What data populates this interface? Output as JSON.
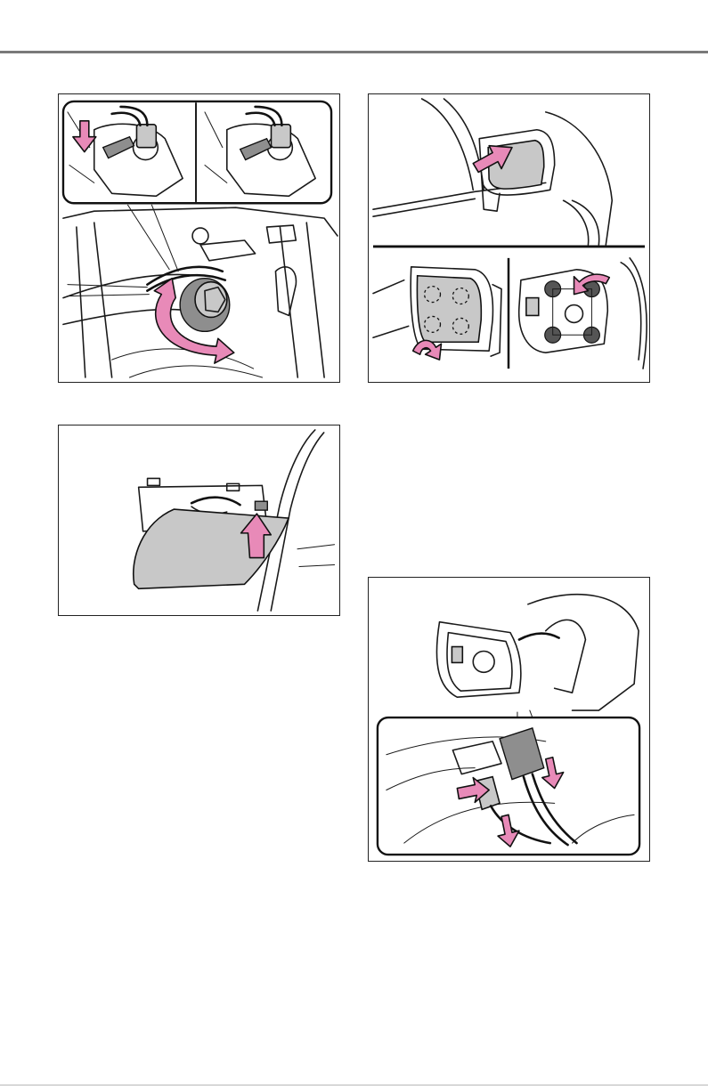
{
  "page": {
    "header_rule_color": "#7a7a7a",
    "accent_arrow_color": "#e88ab8",
    "panel_fill_color": "#c8c8c8"
  },
  "figures": [
    {
      "id": "bulb-socket",
      "insets": 2,
      "arrows": [
        "push-down",
        "rotate-counterclockwise"
      ]
    },
    {
      "id": "mirror-glass",
      "insets": 2,
      "arrows": [
        "push-in",
        "pry-corner",
        "release-clips"
      ]
    },
    {
      "id": "cover-removal",
      "insets": 0,
      "arrows": [
        "lift-up"
      ]
    },
    {
      "id": "mirror-connector",
      "insets": 1,
      "arrows": [
        "press-tab",
        "pull-down",
        "pull-down"
      ]
    }
  ]
}
